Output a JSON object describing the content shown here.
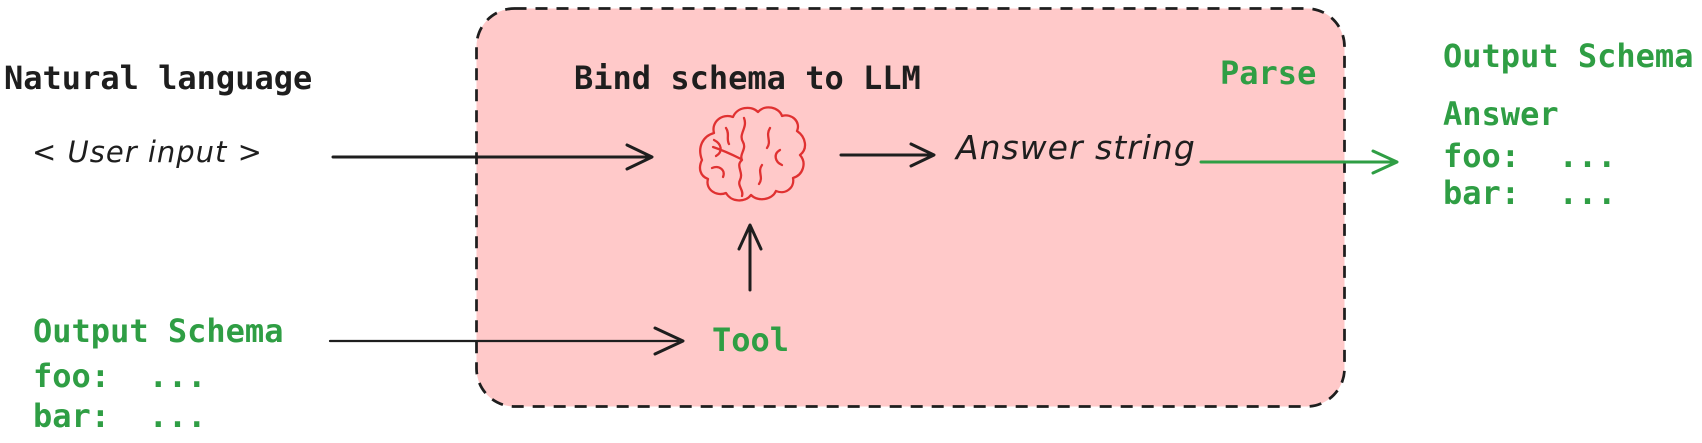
{
  "labels": {
    "natural_language": "Natural language",
    "user_input": "< User input >",
    "bind_schema": "Bind schema to LLM",
    "parse": "Parse",
    "answer_string": "Answer string",
    "tool": "Tool"
  },
  "input_schema": {
    "title": "Output Schema",
    "foo_line": "foo:  ...",
    "bar_line": "bar:  ..."
  },
  "output_result": {
    "title": "Output Schema",
    "answer": "Answer",
    "foo_line": "foo:  ...",
    "bar_line": "bar:  ..."
  },
  "icons": {
    "brain": "brain-sketch"
  },
  "colors": {
    "ink": "#1e1e1e",
    "green": "#2f9e44",
    "red": "#e03131",
    "box_fill": "#ffc9c9"
  }
}
